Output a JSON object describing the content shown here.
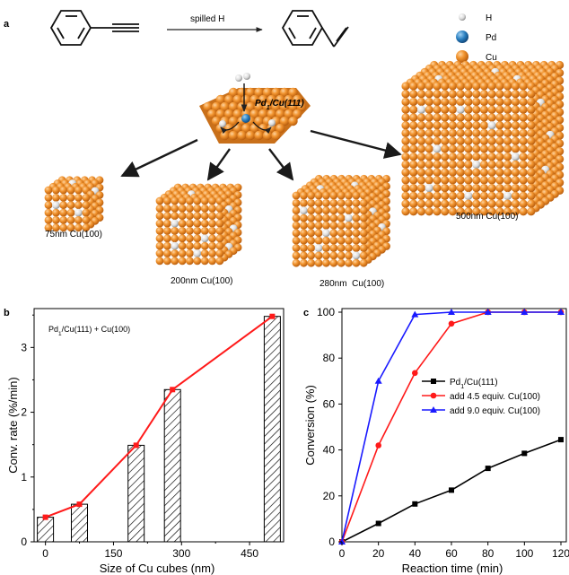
{
  "panel_a": {
    "letter": "a",
    "reaction_label": "spilled H",
    "legend": [
      {
        "label": "H",
        "color": "#e2e2e2"
      },
      {
        "label": "Pd",
        "color": "#2a7fc0"
      },
      {
        "label": "Cu",
        "color": "#f0912e"
      }
    ],
    "center_label_main": "Pd",
    "center_label_sub": "1",
    "center_label_tail": "/Cu(111)",
    "cube_labels": [
      "75nm Cu(100)",
      "200nm Cu(100)",
      "280nm  Cu(100)",
      "500nm Cu(100)"
    ]
  },
  "panel_b": {
    "letter": "b"
  },
  "panel_c": {
    "letter": "c"
  },
  "chart_data": [
    {
      "type": "bar",
      "panel": "b",
      "title": "",
      "annotation": {
        "main": "Pd",
        "sub": "1",
        "tail": "/Cu(111) + Cu(100)"
      },
      "xlabel": "Size of Cu cubes (nm)",
      "ylabel": "Conv. rate (%/min)",
      "xlim": [
        -25,
        525
      ],
      "ylim": [
        0,
        3.6
      ],
      "xticks": [
        0,
        150,
        300,
        450
      ],
      "xtick_labels": [
        "0",
        "150",
        "300",
        "450"
      ],
      "yticks": [
        0,
        1,
        2,
        3
      ],
      "ytick_labels": [
        "0",
        "1",
        "2",
        "3"
      ],
      "bar_pattern": "diagonal-hatch",
      "bars": [
        {
          "x": 0,
          "value": 0.38
        },
        {
          "x": 75,
          "value": 0.58
        },
        {
          "x": 200,
          "value": 1.49
        },
        {
          "x": 280,
          "value": 2.35
        },
        {
          "x": 500,
          "value": 3.48
        }
      ],
      "series": [
        {
          "color": "#ff1a1a",
          "marker": "square",
          "x": [
            0,
            75,
            200,
            280,
            500
          ],
          "y": [
            0.38,
            0.58,
            1.49,
            2.35,
            3.48
          ]
        }
      ]
    },
    {
      "type": "line",
      "panel": "c",
      "title": "",
      "xlabel": "Reaction time (min)",
      "ylabel": "Conversion (%)",
      "xlim": [
        0,
        120
      ],
      "ylim": [
        0,
        100
      ],
      "xticks": [
        0,
        20,
        40,
        60,
        80,
        100,
        120
      ],
      "xtick_labels": [
        "0",
        "20",
        "40",
        "60",
        "80",
        "100",
        "120"
      ],
      "yticks": [
        0,
        20,
        40,
        60,
        80,
        100
      ],
      "ytick_labels": [
        "0",
        "20",
        "40",
        "60",
        "80",
        "100"
      ],
      "legend_position": "center-right",
      "series": [
        {
          "name": "Pd1/Cu(111)",
          "name_main": "Pd",
          "name_sub": "1",
          "name_tail": "/Cu(111)",
          "color": "#000000",
          "marker": "square",
          "x": [
            0,
            20,
            40,
            60,
            80,
            100,
            120
          ],
          "y": [
            0,
            8,
            16.5,
            22.5,
            32,
            38.5,
            44.5
          ]
        },
        {
          "name": "add 4.5 equiv. Cu(100)",
          "name_main": "add 4.5 equiv. Cu(100)",
          "name_sub": "",
          "name_tail": "",
          "color": "#ff1a1a",
          "marker": "circle",
          "x": [
            0,
            20,
            40,
            60,
            80,
            100,
            120
          ],
          "y": [
            0,
            42,
            73.5,
            95,
            100,
            100,
            100
          ]
        },
        {
          "name": "add 9.0 equiv. Cu(100)",
          "name_main": "add 9.0 equiv. Cu(100)",
          "name_sub": "",
          "name_tail": "",
          "color": "#1a1aff",
          "marker": "triangle",
          "x": [
            0,
            20,
            40,
            60,
            80,
            100,
            120
          ],
          "y": [
            0,
            70,
            99,
            100,
            100,
            100,
            100
          ]
        }
      ]
    }
  ]
}
